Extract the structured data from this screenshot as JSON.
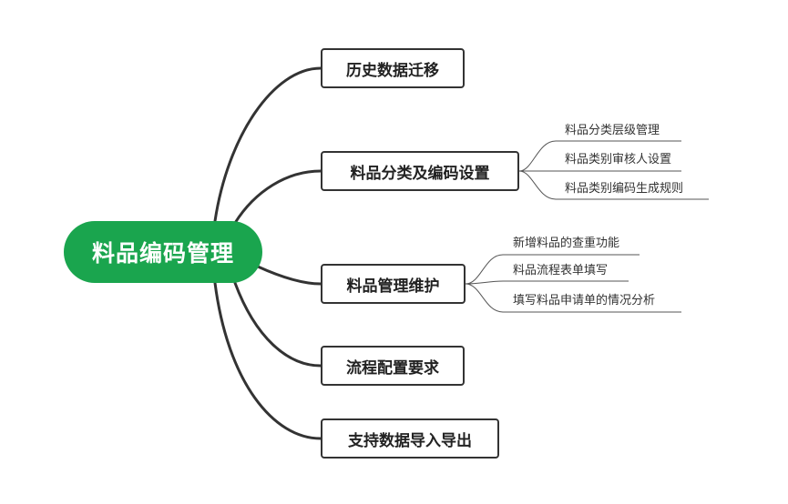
{
  "root": {
    "label": "料品编码管理",
    "color": "#1aa54e"
  },
  "topics": [
    {
      "label": "历史数据迁移",
      "children": []
    },
    {
      "label": "料品分类及编码设置",
      "children": [
        "料品分类层级管理",
        "料品类别审核人设置",
        "料品类别编码生成规则"
      ]
    },
    {
      "label": "料品管理维护",
      "children": [
        "新增料品的查重功能",
        "料品流程表单填写",
        "填写料品申请单的情况分析"
      ]
    },
    {
      "label": "流程配置要求",
      "children": []
    },
    {
      "label": "支持数据导入导出",
      "children": []
    }
  ]
}
